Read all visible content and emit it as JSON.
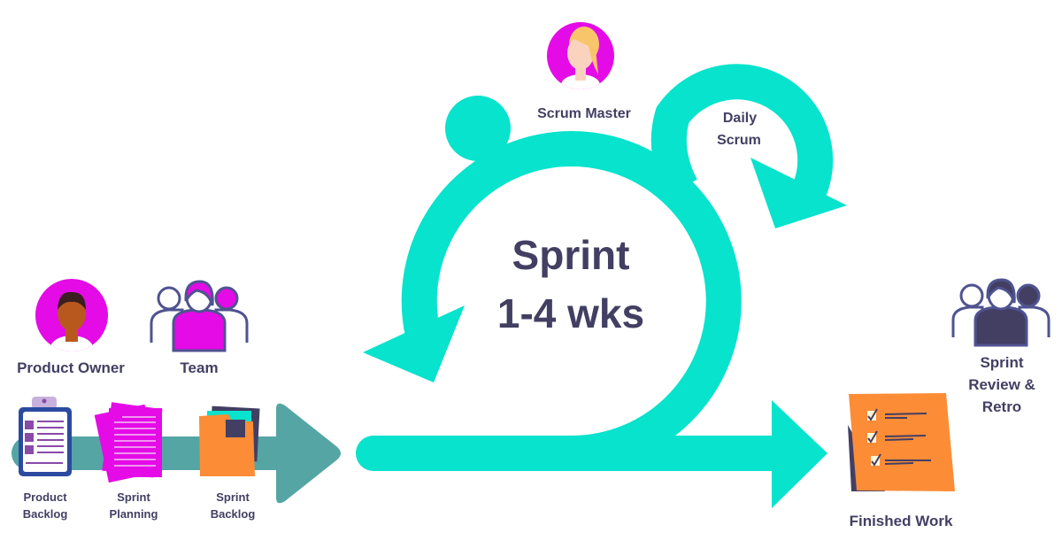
{
  "colors": {
    "sprint_loop": "#07E3CD",
    "backlog_arrow": "#55A5A5",
    "accent_magenta": "#E40BE6",
    "text": "#423F63",
    "orange": "#FC8C36"
  },
  "roles": {
    "scrum_master": "Scrum Master",
    "product_owner": "Product Owner",
    "team": "Team"
  },
  "events": {
    "daily_scrum_line1": "Daily",
    "daily_scrum_line2": "Scrum",
    "sprint_line1": "Sprint",
    "sprint_line2": "1-4 wks",
    "review_line1": "Sprint",
    "review_line2": "Review &",
    "review_line3": "Retro"
  },
  "artifacts": {
    "product_backlog": [
      "Product",
      "Backlog"
    ],
    "sprint_planning": [
      "Sprint",
      "Planning"
    ],
    "sprint_backlog": [
      "Sprint",
      "Backlog"
    ],
    "finished_work": "Finished Work"
  },
  "icons": [
    "scrum-master-avatar",
    "product-owner-avatar",
    "team-icon",
    "clipboard-icon",
    "documents-icon",
    "folder-icon",
    "sticky-note-checklist-icon",
    "review-team-icon"
  ]
}
